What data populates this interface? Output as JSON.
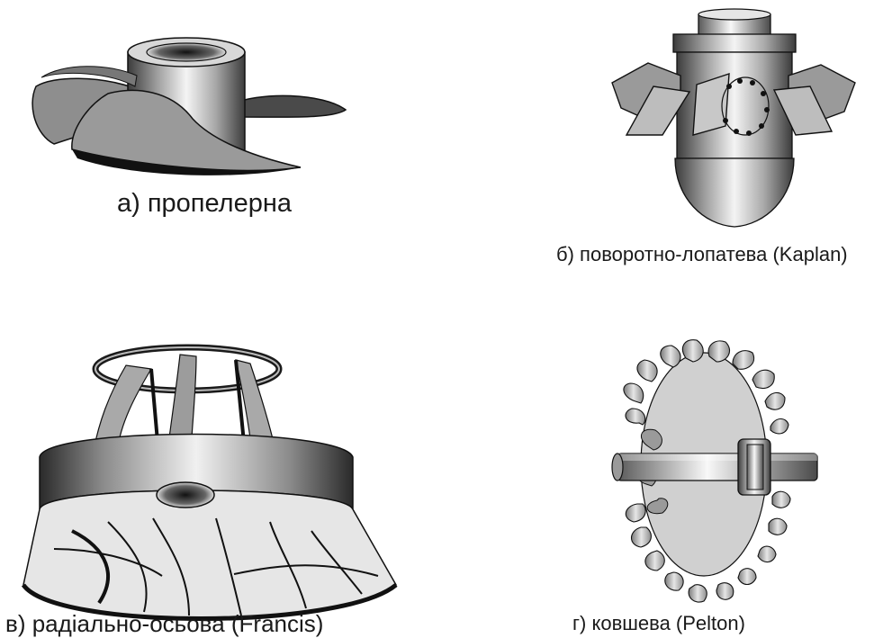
{
  "figure": {
    "panels": [
      {
        "id": "a",
        "caption": "а) пропелерна",
        "icon": "propeller-turbine-icon"
      },
      {
        "id": "b",
        "caption": "б) поворотно-лопатева (Kaplan)",
        "icon": "kaplan-turbine-icon"
      },
      {
        "id": "c",
        "caption": "в) радіально-осьова (Francis)",
        "icon": "francis-turbine-icon"
      },
      {
        "id": "d",
        "caption": "г) ковшева (Pelton)",
        "icon": "pelton-turbine-icon"
      }
    ],
    "colors": {
      "metal_light": "#f2f2f2",
      "metal_mid": "#bdbdbd",
      "metal_dark": "#4a4a4a",
      "blade": "#8c8c8c",
      "outline": "#111111"
    }
  }
}
